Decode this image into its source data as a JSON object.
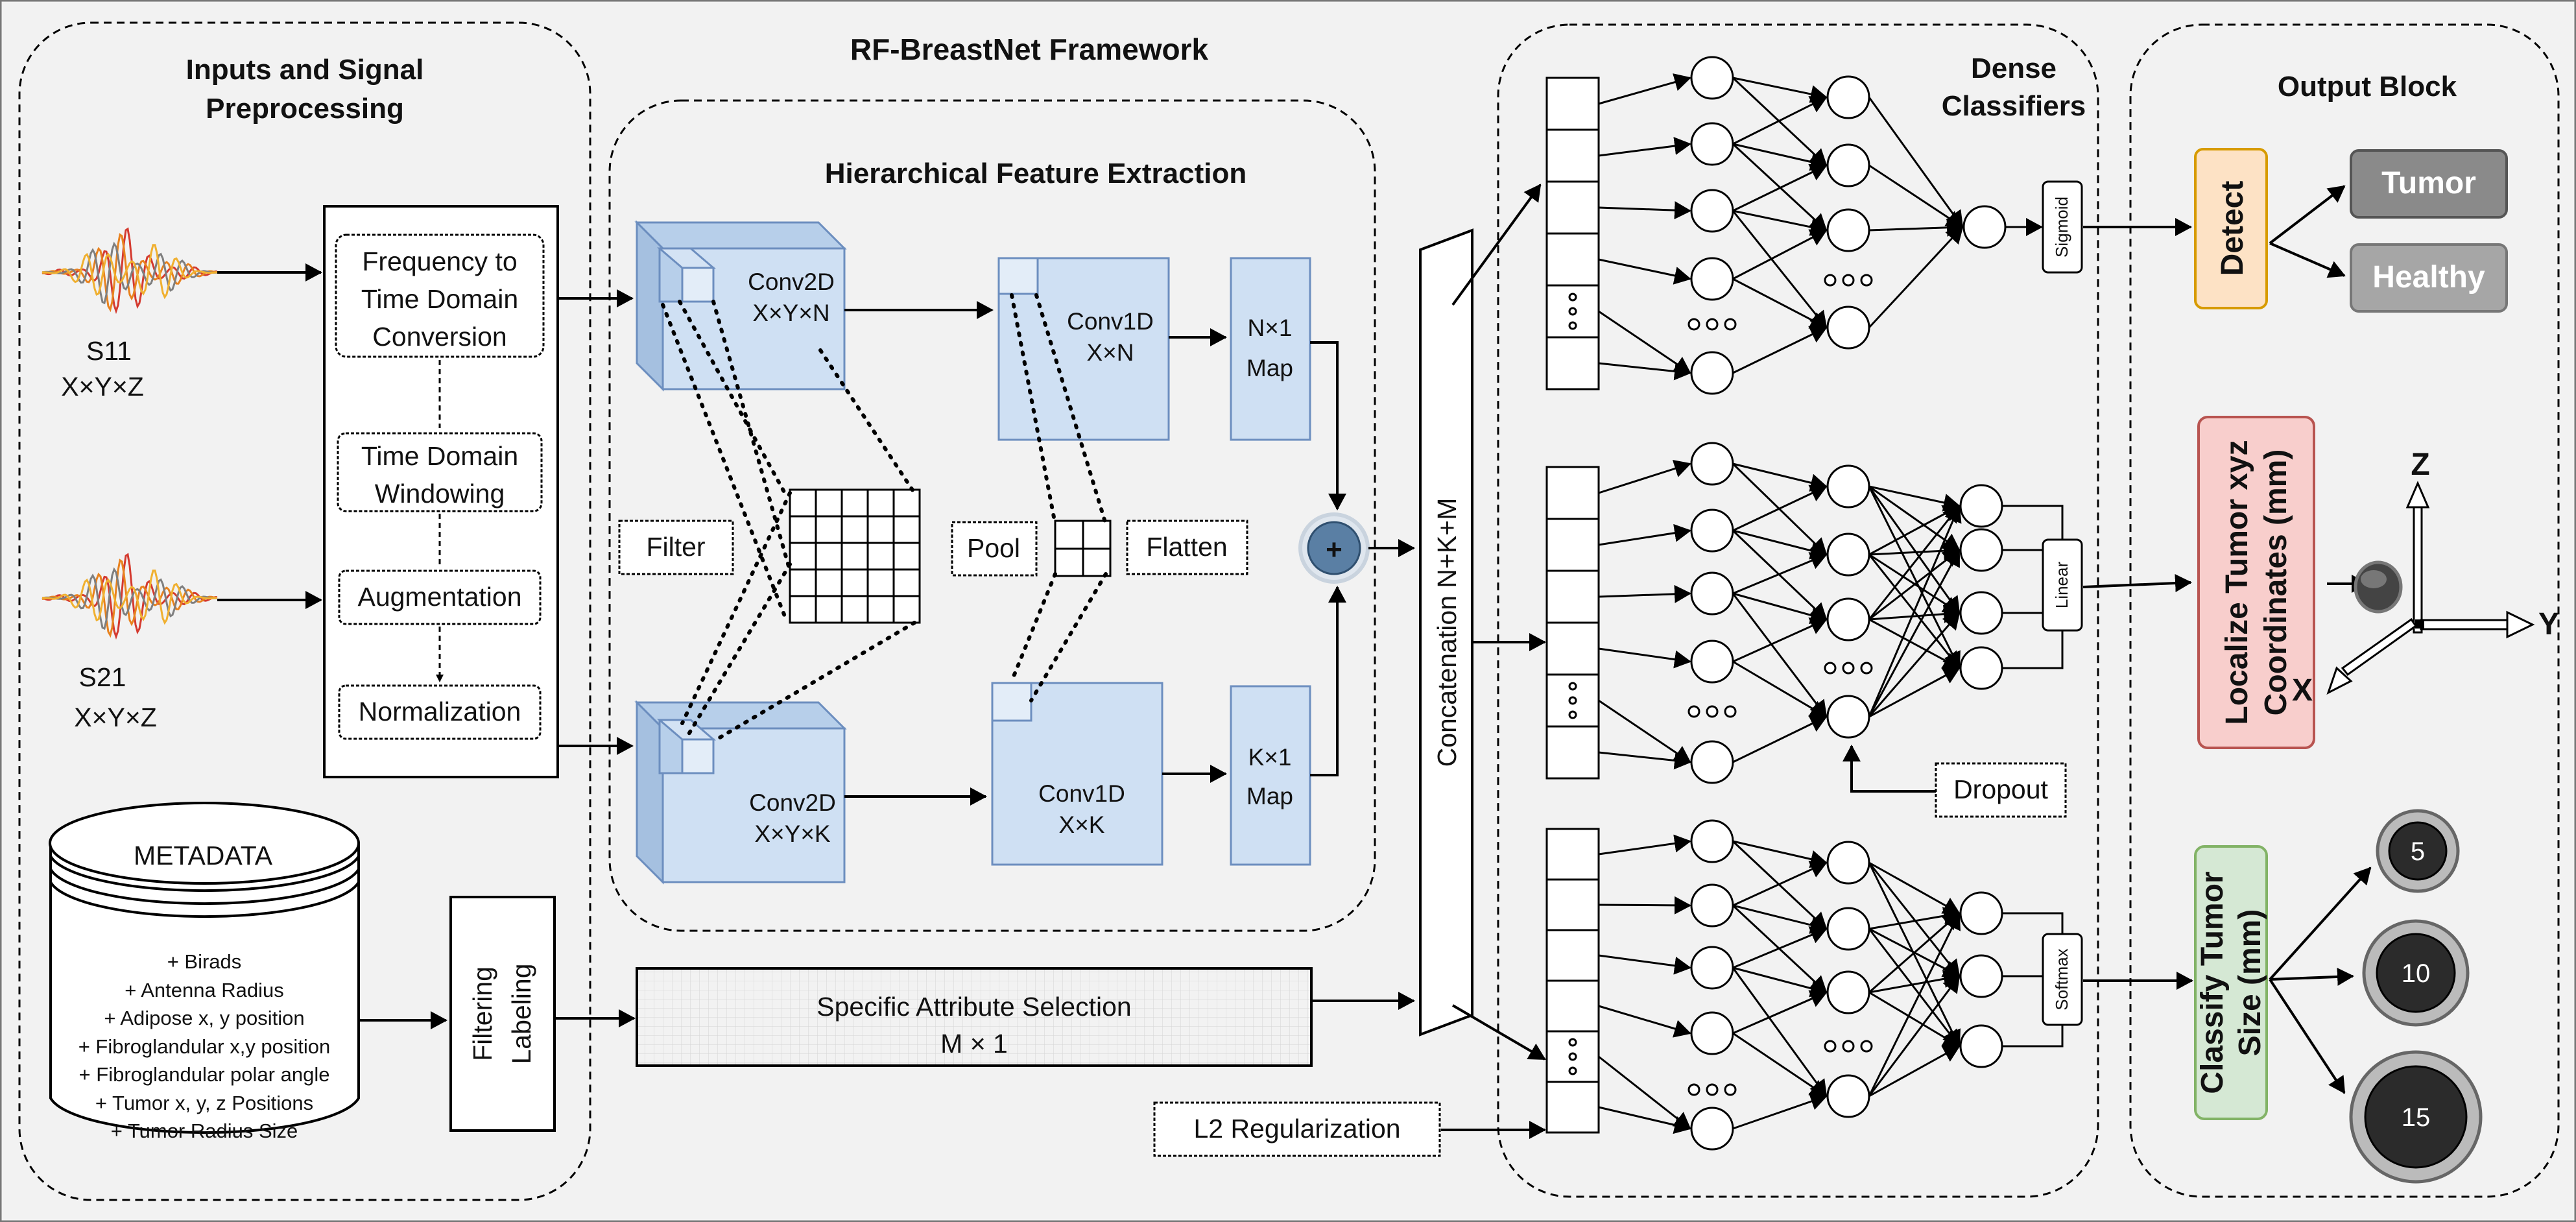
{
  "title": "RF-BreastNet Framework",
  "sections": {
    "inputs": "Inputs and Signal Preprocessing",
    "features": "Hierarchical Feature Extraction",
    "dense": "Dense Classifiers",
    "output": "Output Block"
  },
  "inputs": {
    "s11": {
      "name": "S11",
      "dims": "X×Y×Z"
    },
    "s21": {
      "name": "S21",
      "dims": "X×Y×Z"
    }
  },
  "preprocessing": [
    "Frequency to Time Domain Conversion",
    "Time Domain Windowing",
    "Augmentation",
    "Normalization"
  ],
  "metadata": {
    "title": "METADATA",
    "items": [
      "+ Birads",
      "+ Antenna Radius",
      "+ Adipose x, y position",
      "+ Fibroglandular x,y position",
      "+ Fibroglandular polar angle",
      "+ Tumor x, y, z Positions",
      "+ Tumor Radius Size"
    ]
  },
  "filtering": "Filtering Labeling",
  "attribute": {
    "line1": "Specific Attribute Selection",
    "line2": "M × 1"
  },
  "features": {
    "conv2d_top": {
      "name": "Conv2D",
      "dims": "X×Y×N"
    },
    "conv2d_bottom": {
      "name": "Conv2D",
      "dims": "X×Y×K"
    },
    "conv1d_top": {
      "name": "Conv1D",
      "dims": "X×N"
    },
    "conv1d_bottom": {
      "name": "Conv1D",
      "dims": "X×K"
    },
    "map_top": {
      "dims": "N×1",
      "name": "Map"
    },
    "map_bottom": {
      "dims": "K×1",
      "name": "Map"
    },
    "filter": "Filter",
    "pool": "Pool",
    "flatten": "Flatten",
    "add": "+"
  },
  "concat": "Concatenation  N+K+M",
  "dense": {
    "sigmoid": "Sigmoid",
    "linear": "Linear",
    "softmax": "Softmax",
    "dropout": "Dropout",
    "l2": "L2 Regularization",
    "ellipsis": "⋮",
    "dots": "○ ○ ○"
  },
  "outputs": {
    "detect": "Detect",
    "tumor": "Tumor",
    "healthy": "Healthy",
    "localize": "Localize Tumor xyz Coordinates (mm)",
    "classify": "Classify Tumor Size (mm)",
    "axes": {
      "z": "Z",
      "y": "Y",
      "x": "X"
    },
    "sizes": [
      "5",
      "10",
      "15"
    ]
  },
  "colors": {
    "conv_fill": "#cfe0f3",
    "conv_stroke": "#6c8ebf",
    "detect_fill": "#fde2c5",
    "detect_stroke": "#d79b00",
    "localize_fill": "#f8cecc",
    "localize_stroke": "#b85450",
    "classify_fill": "#d5e8d4",
    "classify_stroke": "#82b366",
    "tumor_fill": "#8a8a8a",
    "healthy_fill": "#a6a6a6",
    "add_fill": "#5a7fa4"
  }
}
